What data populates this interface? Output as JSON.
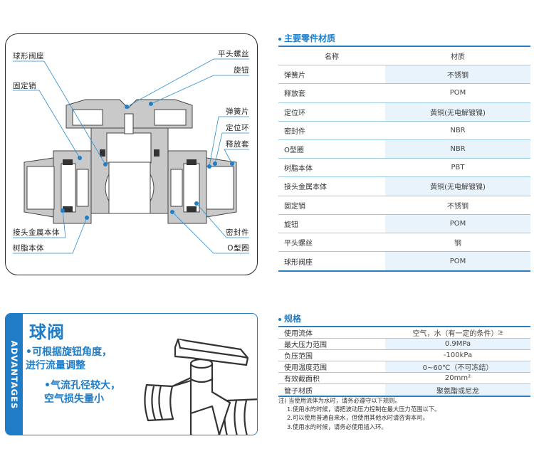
{
  "diagram": {
    "callouts_left": [
      {
        "id": "ball-seat",
        "label": "球形阀座"
      },
      {
        "id": "fixing-pin",
        "label": "固定销"
      },
      {
        "id": "fitting-metal-body",
        "label": "接头金属本体"
      },
      {
        "id": "resin-body",
        "label": "树脂本体"
      }
    ],
    "callouts_right": [
      {
        "id": "flat-head-screw",
        "label": "平头螺丝"
      },
      {
        "id": "knob",
        "label": "旋钮"
      },
      {
        "id": "spring-plate",
        "label": "弹簧片"
      },
      {
        "id": "locating-ring",
        "label": "定位环"
      },
      {
        "id": "release-sleeve",
        "label": "释放套"
      },
      {
        "id": "seal",
        "label": "密封件"
      },
      {
        "id": "o-ring",
        "label": "O型圈"
      }
    ]
  },
  "materials": {
    "title": "主要零件材质",
    "headers": [
      "名称",
      "材质"
    ],
    "rows": [
      {
        "name": "弹簧片",
        "material": "不锈钢"
      },
      {
        "name": "释放套",
        "material": "POM"
      },
      {
        "name": "定位环",
        "material": "黄铜(无电解镀镍)"
      },
      {
        "name": "密封件",
        "material": "NBR"
      },
      {
        "name": "O型圈",
        "material": "NBR"
      },
      {
        "name": "树脂本体",
        "material": "PBT"
      },
      {
        "name": "接头金属本体",
        "material": "黄铜(无电解镀镍)"
      },
      {
        "name": "固定销",
        "material": "不锈钢"
      },
      {
        "name": "旋钮",
        "material": "POM"
      },
      {
        "name": "平头螺丝",
        "material": "钢"
      },
      {
        "name": "球形阀座",
        "material": "POM"
      }
    ]
  },
  "specs": {
    "title": "规格",
    "rows": [
      {
        "name": "使用流体",
        "value": "空气，水（有一定的条件）",
        "sup": "注"
      },
      {
        "name": "最大压力范围",
        "value": "0.9MPa"
      },
      {
        "name": "负压范围",
        "value": "-100kPa"
      },
      {
        "name": "使用温度范围",
        "value": "0~60℃（不可冻结）"
      },
      {
        "name": "有效截面积",
        "value": "20mm²"
      },
      {
        "name": "管子材质",
        "value": "聚氨酯或尼龙"
      }
    ],
    "notes": [
      "注) 当使用流体为水时，请务必遵守以下规则。",
      "1.使用水的时候，请把波动压力控制在最大压力范围以下。",
      "2.可以使用普通自来水，但使用其他水时请咨询本司。",
      "3.使用水的时候，请务必使用插入环。"
    ]
  },
  "advantages": {
    "side_label": "ADVANTAGES",
    "title": "球阀",
    "points": [
      "•可根据旋钮角度，\n进行流量调整",
      "•气流孔径较大，\n空气损失量小"
    ]
  },
  "colors": {
    "accent": "#1f7cc7",
    "table_rule": "#2b7fbf",
    "table_shade": "#e8f3fb",
    "part_gray": "#c8c8c8"
  }
}
